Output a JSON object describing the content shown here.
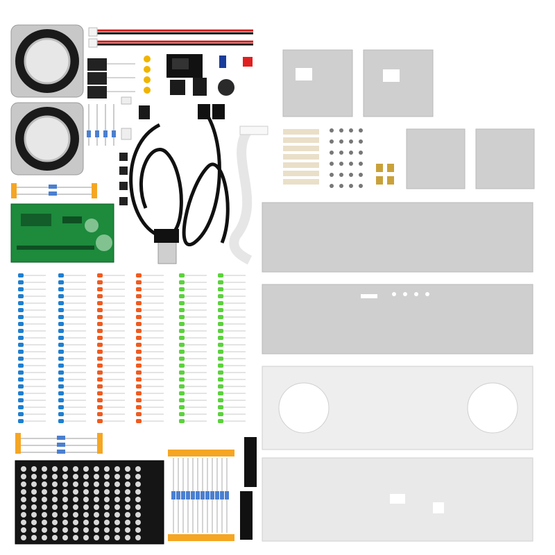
{
  "scene": {
    "kind": "product-kit-layout",
    "background": "#ffffff",
    "colors": {
      "acrylic": "#cfcfcf",
      "acrylic_edge": "#b8b8b8",
      "clear_panel": "#eeeeee",
      "pcb_green": "#1d8a3c",
      "pcb_black": "#151515",
      "led_blue": "#1e7fd0",
      "led_orange": "#f05a1e",
      "led_green": "#5bd23c",
      "resistor_tape": "#f5a623",
      "cable": "#111111",
      "ribbon": "#f2f2f2",
      "brass": "#c9a13a"
    },
    "components": [
      {
        "id": "speaker-top",
        "icon": "speaker-icon"
      },
      {
        "id": "speaker-bottom",
        "icon": "speaker-icon"
      },
      {
        "id": "wire-pair-red-black",
        "icon": "wire-icon"
      },
      {
        "id": "capacitors",
        "icon": "capacitor-icon"
      },
      {
        "id": "audio-module",
        "icon": "chip-icon"
      },
      {
        "id": "usb-cable",
        "icon": "cable-icon"
      },
      {
        "id": "aux-cable",
        "icon": "cable-icon"
      },
      {
        "id": "ribbon-cable",
        "icon": "ribbon-icon"
      },
      {
        "id": "standoffs-screws",
        "icon": "screw-icon"
      },
      {
        "id": "green-pcb",
        "icon": "pcb-icon"
      },
      {
        "id": "led-matrix-pcb",
        "icon": "pcb-icon"
      },
      {
        "id": "led-strips",
        "icon": "led-icon"
      },
      {
        "id": "acrylic-panels",
        "icon": "panel-icon"
      }
    ],
    "led_columns": [
      {
        "color": "blue",
        "count": 22
      },
      {
        "color": "blue",
        "count": 22
      },
      {
        "color": "orange",
        "count": 22
      },
      {
        "color": "orange",
        "count": 22
      },
      {
        "color": "green",
        "count": 22
      },
      {
        "color": "green",
        "count": 22
      }
    ]
  }
}
